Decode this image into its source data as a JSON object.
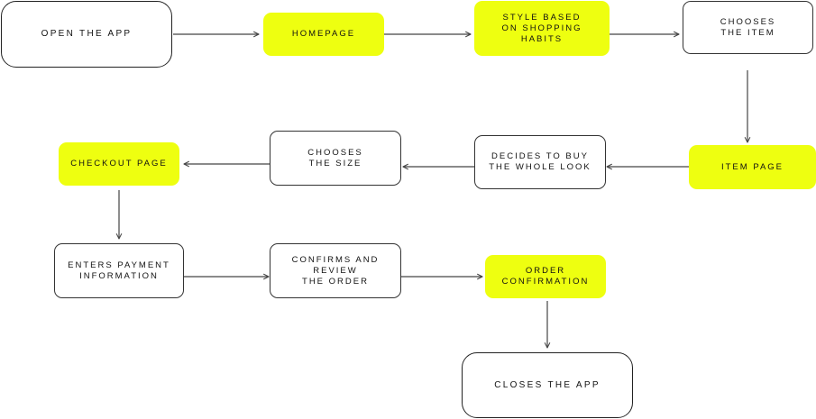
{
  "diagram": {
    "nodes": {
      "open_app": "OPEN THE APP",
      "homepage": "HOMEPAGE",
      "style": "STYLE BASED\nON SHOPPING\nHABITS",
      "chooses_item": "CHOOSES\nTHE ITEM",
      "item_page": "ITEM PAGE",
      "decides": "DECIDES TO BUY\nTHE WHOLE LOOK",
      "chooses_size": "CHOOSES\nTHE SIZE",
      "checkout": "CHECKOUT PAGE",
      "payment": "ENTERS PAYMENT\nINFORMATION",
      "confirms": "CONFIRMS AND\nREVIEW\nTHE ORDER",
      "order_conf": "ORDER\nCONFIRMATION",
      "closes": "CLOSES THE APP"
    },
    "colors": {
      "highlight": "#EEFF10",
      "stroke": "#333333"
    }
  }
}
